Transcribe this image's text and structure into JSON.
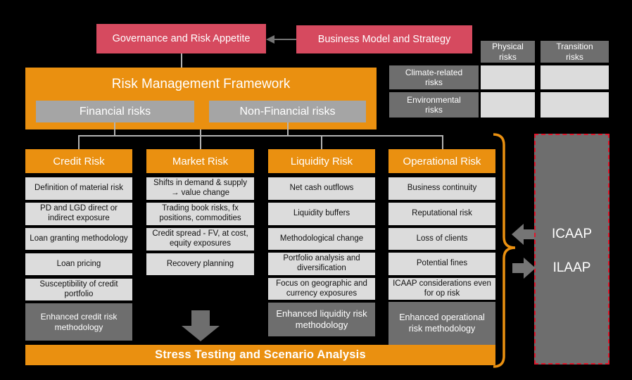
{
  "colors": {
    "background": "#000000",
    "orange": "#EA9010",
    "crimson": "#D64A5F",
    "light_gray": "#DCDCDC",
    "mid_gray": "#A5A5A5",
    "dark_gray": "#6E6E6E",
    "connector_gray": "#B3B3B3",
    "arrow_gray": "#757575",
    "dashed_red": "#E0162B"
  },
  "top_flow": {
    "governance": "Governance and Risk Appetite",
    "business_model": "Business Model and Strategy"
  },
  "climate_table": {
    "col_headers": [
      "Physical risks",
      "Transition risks"
    ],
    "row_headers": [
      "Climate-related risks",
      "Environmental risks"
    ]
  },
  "framework": {
    "title": "Risk Management Framework",
    "financial": "Financial risks",
    "non_financial": "Non-Financial risks"
  },
  "columns": [
    {
      "header": "Credit Risk",
      "items": [
        "Definition of material risk",
        "PD and LGD  direct or indirect exposure",
        "Loan granting methodology",
        "Loan pricing",
        "Susceptibility of credit portfolio"
      ],
      "enhanced": "Enhanced credit risk methodology"
    },
    {
      "header": "Market Risk",
      "items": [
        "Shifts in demand & supply → value change",
        "Trading book risks, fx positions, commodities",
        "Credit spread  - FV, at cost, equity exposures",
        "Recovery planning"
      ],
      "enhanced": ""
    },
    {
      "header": "Liquidity Risk",
      "items": [
        "Net cash outflows",
        "Liquidity buffers",
        "Methodological change",
        "Portfolio analysis and diversification",
        "Focus on geographic and currency exposures"
      ],
      "enhanced": "Enhanced liquidity risk methodology"
    },
    {
      "header": "Operational Risk",
      "items": [
        "Business continuity",
        "Reputational risk",
        "Loss of clients",
        "Potential fines",
        "ICAAP considerations even for op risk"
      ],
      "enhanced": "Enhanced operational risk methodology"
    }
  ],
  "stress_bar": "Stress Testing and Scenario Analysis",
  "icaap_box": {
    "labels": [
      "ICAAP",
      "ILAAP"
    ]
  }
}
